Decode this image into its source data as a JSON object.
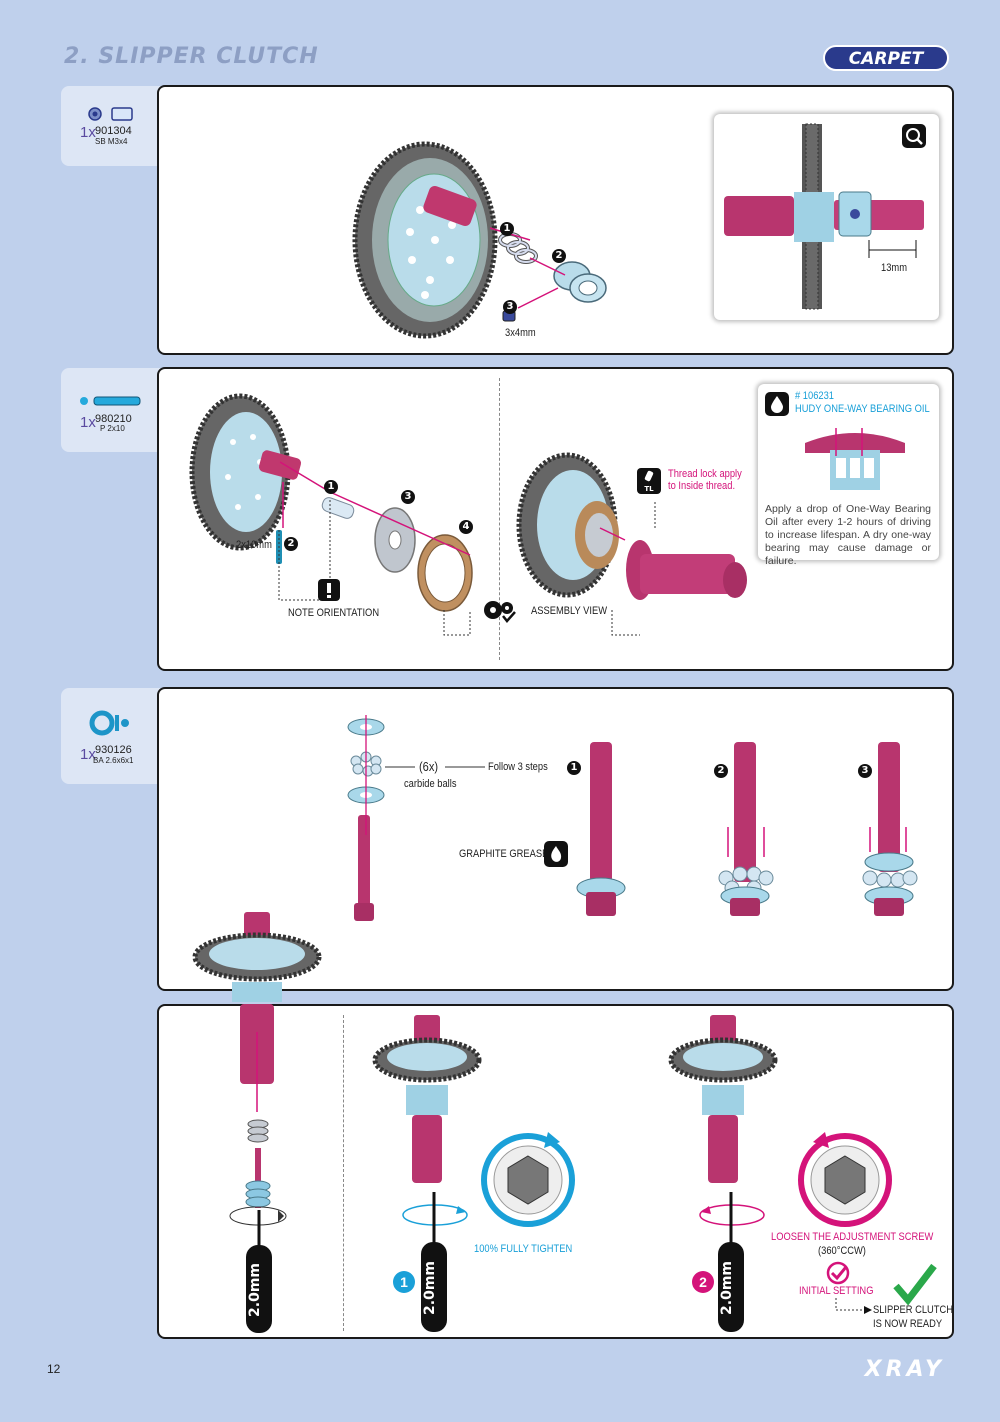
{
  "header": {
    "title": "2. SLIPPER CLUTCH",
    "badge": "CARPET"
  },
  "parts": [
    {
      "qty": "1x",
      "code": "901304",
      "desc": "SB M3x4"
    },
    {
      "qty": "1x",
      "code": "980210",
      "desc": "P 2x10"
    },
    {
      "qty": "1x",
      "code": "930126",
      "desc": "BA 2.6x6x1"
    }
  ],
  "step1": {
    "screw_size": "3x4mm",
    "gap": "13mm",
    "steps": [
      "1",
      "2",
      "3"
    ]
  },
  "step2": {
    "pin_size": "2x10mm",
    "note": "NOTE ORIENTATION",
    "assembly": "ASSEMBLY VIEW",
    "threadlock": "Thread lock apply\nto Inside thread.",
    "oil_code": "# 106231",
    "oil_name": "HUDY ONE-WAY BEARING OIL",
    "oil_text": "Apply a drop of One-Way Bearing Oil after every 1-2 hours of driving to increase lifespan. A dry one-way bearing may cause damage or failure.",
    "steps": [
      "1",
      "2",
      "3",
      "4"
    ]
  },
  "step3": {
    "count": "(6x)",
    "balls": "carbide balls",
    "follow": "Follow 3 steps",
    "grease": "GRAPHITE GREASE",
    "steps": [
      "1",
      "2",
      "3"
    ]
  },
  "step4": {
    "tool": "2.0mm",
    "tighten": "100% FULLY TIGHTEN",
    "loosen": "LOOSEN THE ADJUSTMENT SCREW",
    "degrees": "(360°CCW)",
    "initial": "INITIAL SETTING",
    "ready1": "SLIPPER CLUTCH",
    "ready2": "IS NOW READY",
    "steps": [
      "1",
      "2"
    ]
  },
  "footer": {
    "page": "12",
    "brand": "XRAY"
  },
  "colors": {
    "background": "#bfd0ec",
    "accent_pink": "#d4137a",
    "accent_blue": "#1aa0d8",
    "part_magenta": "#b8356e",
    "part_lightblue": "#8cc8e2"
  }
}
